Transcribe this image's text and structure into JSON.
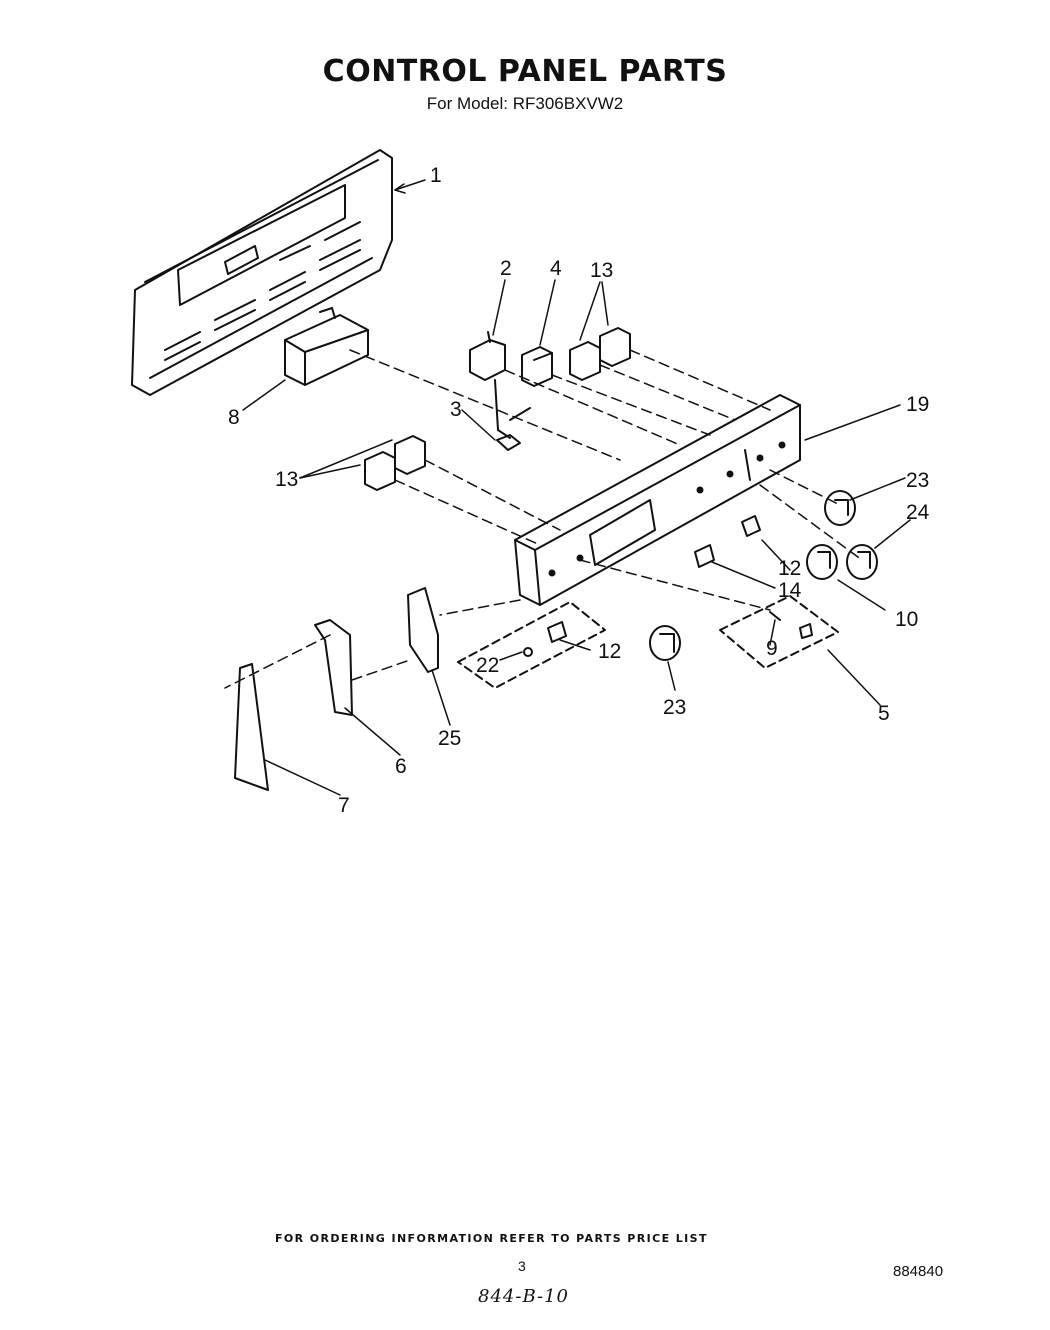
{
  "header": {
    "title": "CONTROL PANEL PARTS",
    "subtitle": "For Model: RF306BXVW2"
  },
  "callouts": [
    "1",
    "2",
    "4",
    "13",
    "19",
    "8",
    "3",
    "13",
    "23",
    "24",
    "12",
    "14",
    "10",
    "12",
    "22",
    "23",
    "9",
    "5",
    "25",
    "6",
    "7"
  ],
  "footer": {
    "note": "FOR ORDERING INFORMATION REFER TO PARTS PRICE LIST",
    "page_number": "3",
    "doc_number": "884840",
    "handwritten": "844-B-10"
  },
  "colors": {
    "ink": "#111111",
    "paper": "#ffffff"
  }
}
